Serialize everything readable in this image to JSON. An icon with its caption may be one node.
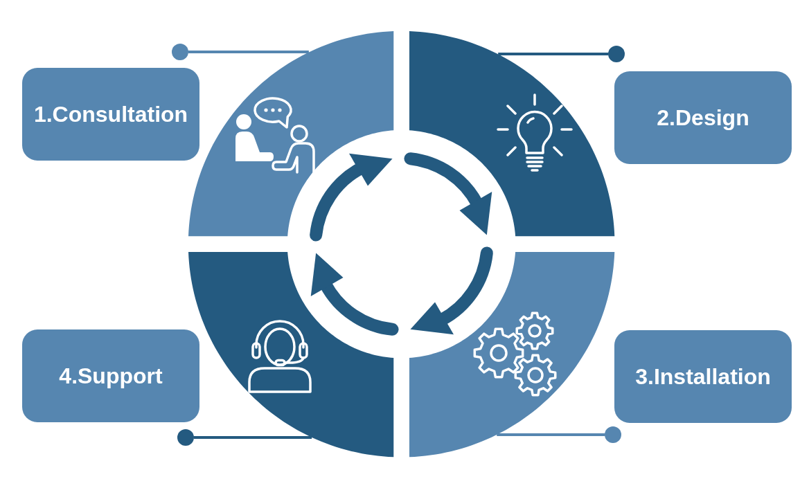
{
  "diagram": {
    "nodes": [
      {
        "text": [
          "1.Consultation"
        ]
      },
      {
        "text": [
          "2.Design"
        ]
      },
      {
        "text": [
          "3.Installation"
        ]
      },
      {
        "text": [
          "4.Support"
        ]
      },
      {
        "text": [],
        "shape": "quadrant"
      },
      {
        "text": [],
        "shape": "quadrant"
      },
      {
        "text": [],
        "shape": "quadrant"
      },
      {
        "text": [],
        "shape": "quadrant"
      },
      {
        "text": [],
        "shape": "circle"
      },
      {
        "text": [],
        "shape": "circle"
      },
      {
        "text": [],
        "shape": "circle"
      },
      {
        "text": [],
        "shape": "circle"
      }
    ],
    "edges": [
      {
        "from": 8,
        "to": 4,
        "arrow": "none",
        "color": "#5686b0"
      },
      {
        "from": 9,
        "to": 5,
        "arrow": "none",
        "color": "#245a80"
      },
      {
        "from": 10,
        "to": 6,
        "arrow": "none",
        "color": "#5686b0"
      },
      {
        "from": 11,
        "to": 7,
        "arrow": "none",
        "color": "#245a80"
      }
    ]
  }
}
